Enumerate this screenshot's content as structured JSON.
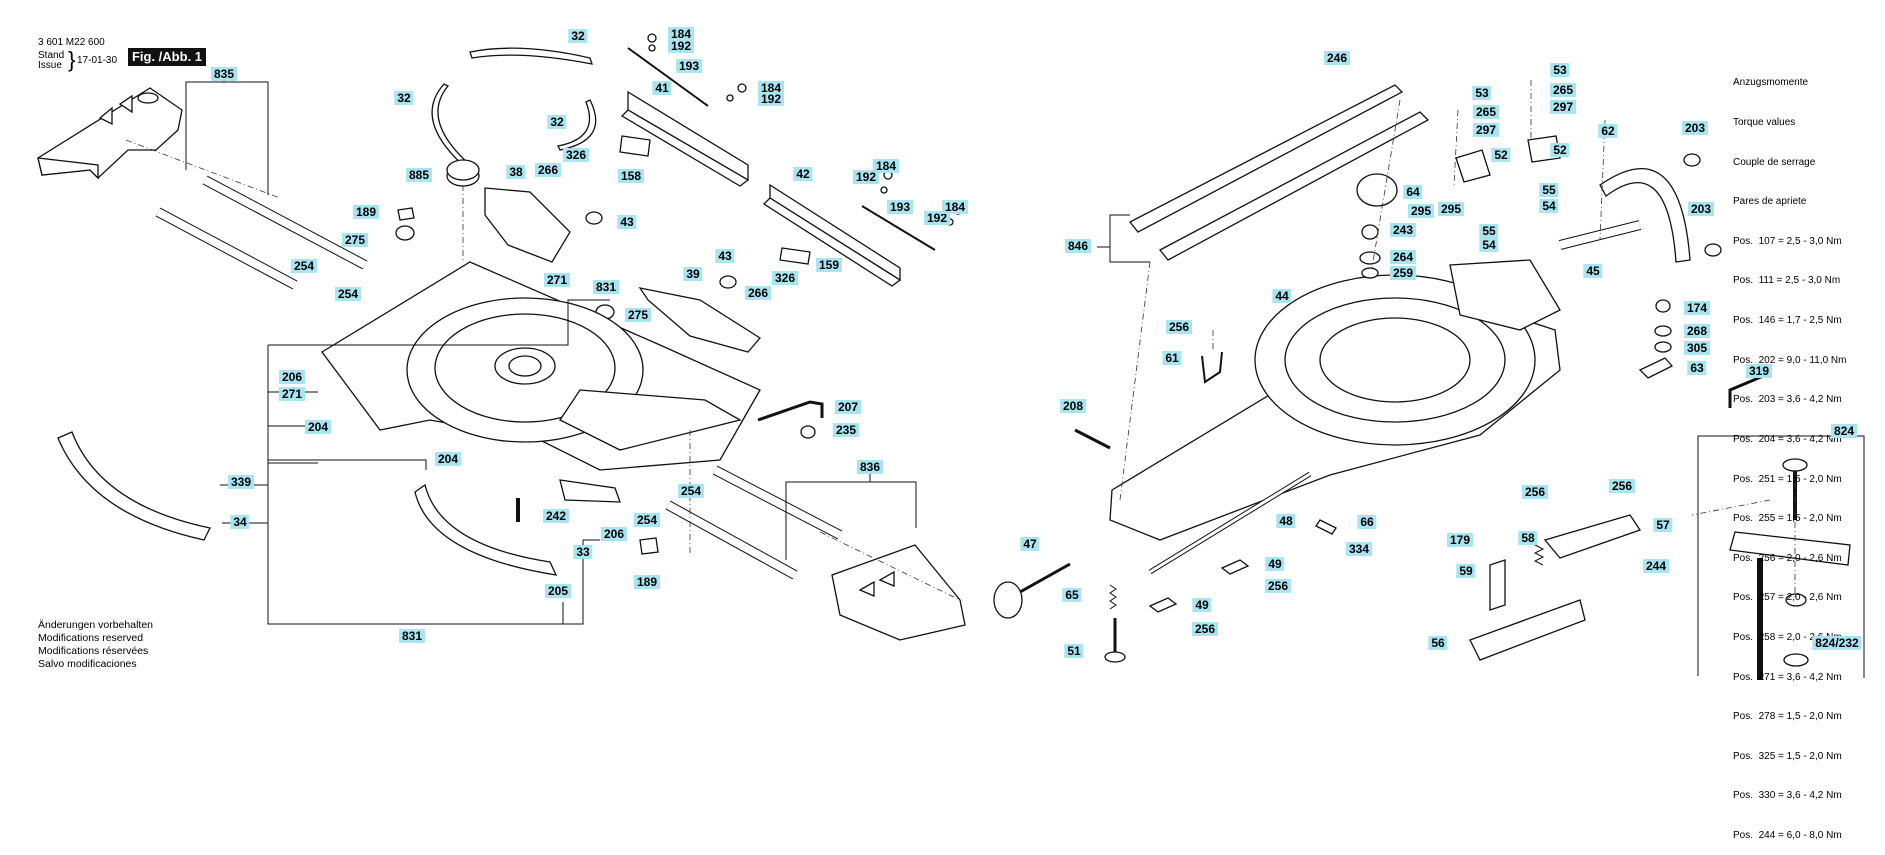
{
  "header": {
    "part_number": "3 601 M22 600",
    "stand_label": "Stand",
    "issue_label": "Issue",
    "date": "17-01-30",
    "figure": "Fig. /Abb. 1"
  },
  "torque": {
    "title_lines": [
      "Anzugsmomente",
      "Torque values",
      "Couple de serrage",
      "Pares de apriete"
    ],
    "rows": [
      "Pos.  107 = 2,5 - 3,0 Nm",
      "Pos.  111 = 2,5 - 3,0 Nm",
      "Pos.  146 = 1,7 - 2,5 Nm",
      "Pos.  202 = 9,0 - 11,0 Nm",
      "Pos.  203 = 3,6 - 4,2 Nm",
      "Pos.  204 = 3,6 - 4,2 Nm",
      "Pos.  251 = 1,5 - 2,0 Nm",
      "Pos.  255 = 1,5 - 2,0 Nm",
      "Pos.  256 = 2,0 - 2,6 Nm",
      "Pos.  257 = 2,0 - 2,6 Nm",
      "Pos.  258 = 2,0 - 2,6 Nm",
      "Pos.  271 = 3,6 - 4,2 Nm",
      "Pos.  278 = 1,5 - 2,0 Nm",
      "Pos.  325 = 1,5 - 2,0 Nm",
      "Pos.  330 = 3,6 - 4,2 Nm",
      "Pos.  244 = 6,0 - 8,0 Nm"
    ]
  },
  "notes": [
    "Änderungen vorbehalten",
    "Modifications reserved",
    "Modifications réservées",
    "Salvo modificaciones"
  ],
  "callouts": [
    "32",
    "184",
    "192",
    "193",
    "184",
    "192",
    "32",
    "41",
    "32",
    "835",
    "326",
    "885",
    "38",
    "266",
    "43",
    "158",
    "42",
    "184",
    "192",
    "193",
    "192",
    "184",
    "189",
    "275",
    "254",
    "254",
    "271",
    "831",
    "39",
    "43",
    "266",
    "326",
    "275",
    "159",
    "206",
    "271",
    "204",
    "207",
    "235",
    "339",
    "204",
    "34",
    "242",
    "254",
    "206",
    "33",
    "189",
    "254",
    "205",
    "831",
    "836",
    "246",
    "53",
    "265",
    "297",
    "52",
    "53",
    "265",
    "297",
    "52",
    "62",
    "203",
    "55",
    "54",
    "295",
    "55",
    "54",
    "64",
    "295",
    "243",
    "264",
    "259",
    "846",
    "45",
    "203",
    "44",
    "256",
    "61",
    "174",
    "268",
    "305",
    "63",
    "319",
    "208",
    "824",
    "47",
    "48",
    "66",
    "334",
    "65",
    "49",
    "256",
    "49",
    "256",
    "51",
    "256",
    "256",
    "57",
    "179",
    "58",
    "59",
    "244",
    "56",
    "824/232"
  ]
}
